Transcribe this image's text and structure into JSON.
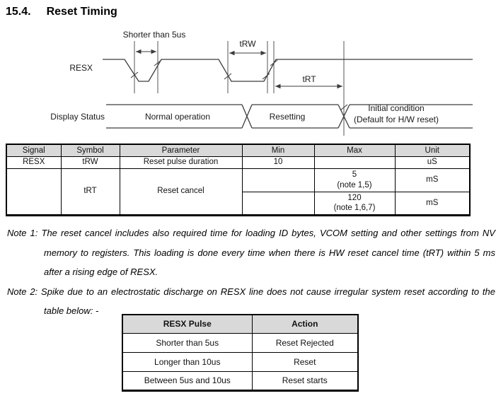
{
  "page": {
    "title_number": "15.4.",
    "title_text": "Reset Timing"
  },
  "diagram": {
    "resx_label": "RESX",
    "shorter_annotation": "Shorter than 5us",
    "trw_label": "tRW",
    "trt_label": "tRT",
    "display_status_label": "Display Status",
    "state_normal": "Normal operation",
    "state_resetting": "Resetting",
    "state_initial_line1": "Initial condition",
    "state_initial_line2": "(Default for H/W reset)"
  },
  "timing_table": {
    "headers": [
      "Signal",
      "Symbol",
      "Parameter",
      "Min",
      "Max",
      "Unit"
    ],
    "row1": {
      "signal": "RESX",
      "symbol": "tRW",
      "parameter": "Reset pulse duration",
      "min": "10",
      "max": "",
      "unit": "uS"
    },
    "row2": {
      "signal": "",
      "symbol": "tRT",
      "parameter": "Reset cancel",
      "min": "",
      "max_value": "5",
      "max_note": "(note 1,5)",
      "unit": "mS"
    },
    "row3": {
      "min": "",
      "max_value": "120",
      "max_note": "(note 1,6,7)",
      "unit": "mS"
    }
  },
  "notes": [
    {
      "id": "Note 1:",
      "text": "The reset cancel includes also required time for loading ID bytes, VCOM setting and other settings from NV memory to registers. This loading is done every time when there is HW reset cancel time (tRT) within 5 ms after a rising edge of RESX."
    },
    {
      "id": "Note 2:",
      "text": "Spike due to an electrostatic discharge on RESX line does not cause irregular system reset according to the table below: -"
    }
  ],
  "pulse_table": {
    "headers": [
      "RESX Pulse",
      "Action"
    ],
    "rows": [
      {
        "pulse": "Shorter than 5us",
        "action": "Reset Rejected"
      },
      {
        "pulse": "Longer than 10us",
        "action": "Reset"
      },
      {
        "pulse": "Between 5us and 10us",
        "action": "Reset starts"
      }
    ]
  },
  "colors": {
    "table_header_bg": "#d9d9d9",
    "line_color": "#3c3c3c",
    "text_color": "#111111"
  }
}
